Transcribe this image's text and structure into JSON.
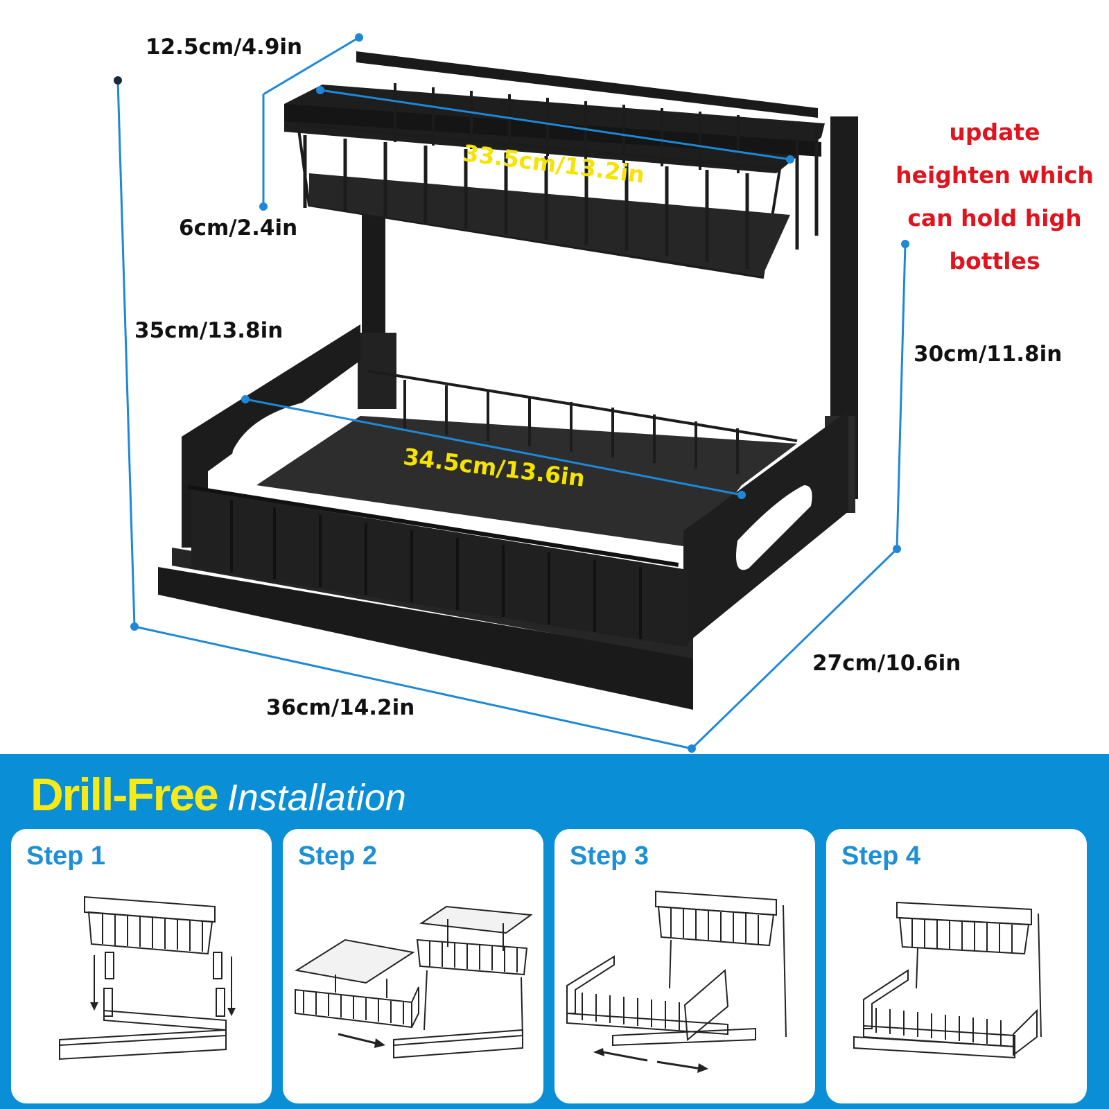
{
  "dimensions": {
    "depth_top": "12.5cm/4.9in",
    "basket_height": "6cm/2.4in",
    "total_height": "35cm/13.8in",
    "upper_width": "33.5cm/13.2in",
    "lower_width": "34.5cm/13.6in",
    "right_height": "30cm/11.8in",
    "bottom_depth": "27cm/10.6in",
    "bottom_width": "36cm/14.2in"
  },
  "note": {
    "line1": "update",
    "line2": "heighten which",
    "line3": "can hold high",
    "line4": "bottles"
  },
  "installation": {
    "title_highlight": "Drill-Free",
    "title_rest": "Installation",
    "steps": [
      {
        "label": "Step 1"
      },
      {
        "label": "Step 2"
      },
      {
        "label": "Step 3"
      },
      {
        "label": "Step 4"
      }
    ]
  },
  "colors": {
    "band": "#0a8fd6",
    "measure_line": "#1e88d8",
    "highlight": "#f7ea16",
    "note": "#e0141e",
    "rack": "#1c1c1c"
  }
}
